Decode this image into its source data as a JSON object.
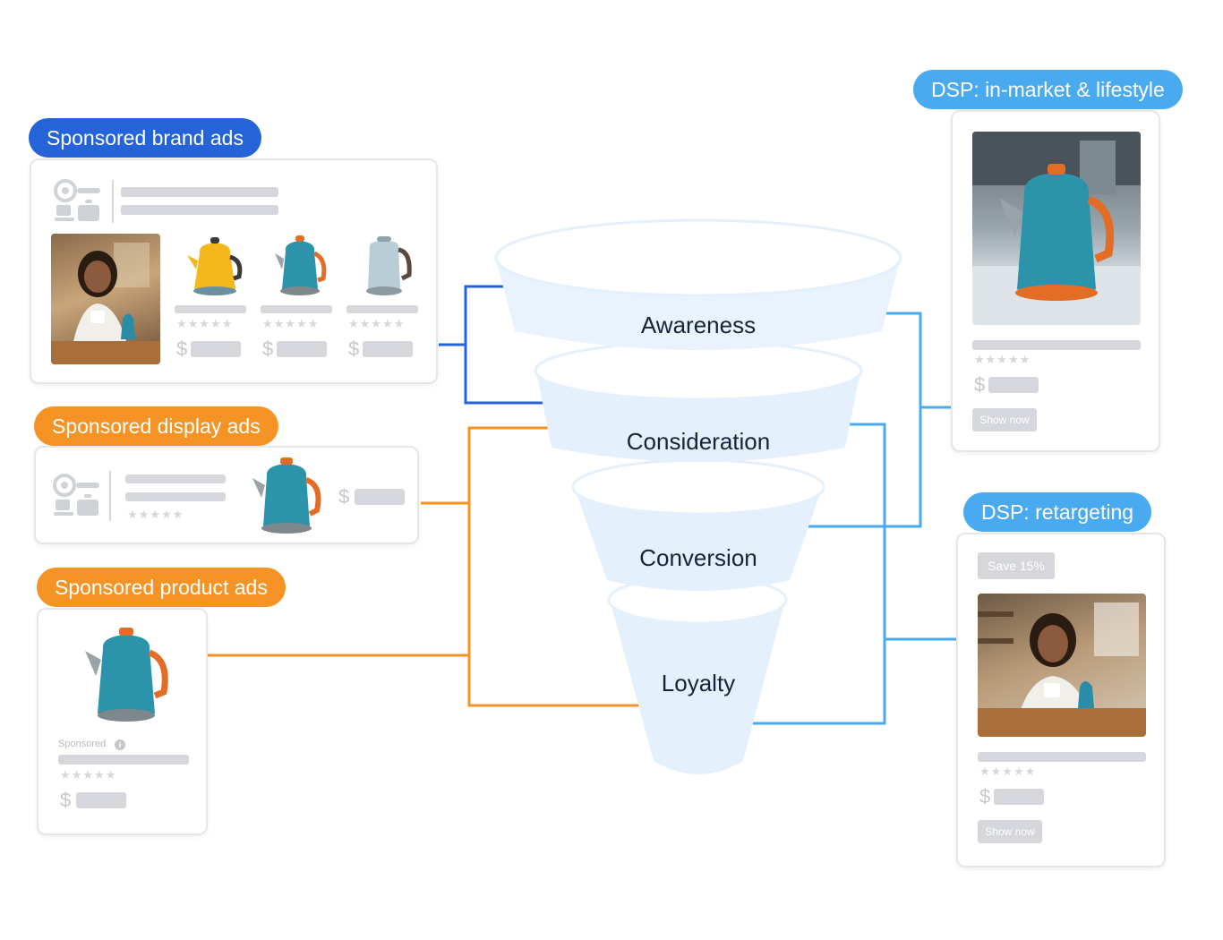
{
  "colors": {
    "brand_blue": "#2563d9",
    "orange": "#f59324",
    "light_blue": "#4aaaf0",
    "funnel_fill": "#e4f0fc",
    "placeholder_gray": "#d5d7dc",
    "text_dark": "#15243a"
  },
  "funnel": {
    "stages": [
      {
        "label": "Awareness"
      },
      {
        "label": "Consideration"
      },
      {
        "label": "Conversion"
      },
      {
        "label": "Loyalty"
      }
    ]
  },
  "ads": {
    "brand": {
      "title": "Sponsored brand ads",
      "stars": "★★★★★",
      "currency": "$"
    },
    "display": {
      "title": "Sponsored display ads",
      "stars": "★★★★★",
      "currency": "$"
    },
    "product": {
      "title": "Sponsored product ads",
      "sponsored_label": "Sponsored",
      "info_icon": "i",
      "stars": "★★★★★",
      "currency": "$"
    }
  },
  "dsp": {
    "in_market": {
      "title": "DSP: in-market & lifestyle",
      "stars": "★★★★★",
      "currency": "$",
      "button": "Show now"
    },
    "retargeting": {
      "title": "DSP: retargeting",
      "badge": "Save 15%",
      "stars": "★★★★★",
      "currency": "$",
      "button": "Show now"
    }
  },
  "icons": {
    "brand_logo": "kitchenware-logo-icon",
    "kettle": "kettle-icon",
    "person": "person-photo-icon"
  }
}
